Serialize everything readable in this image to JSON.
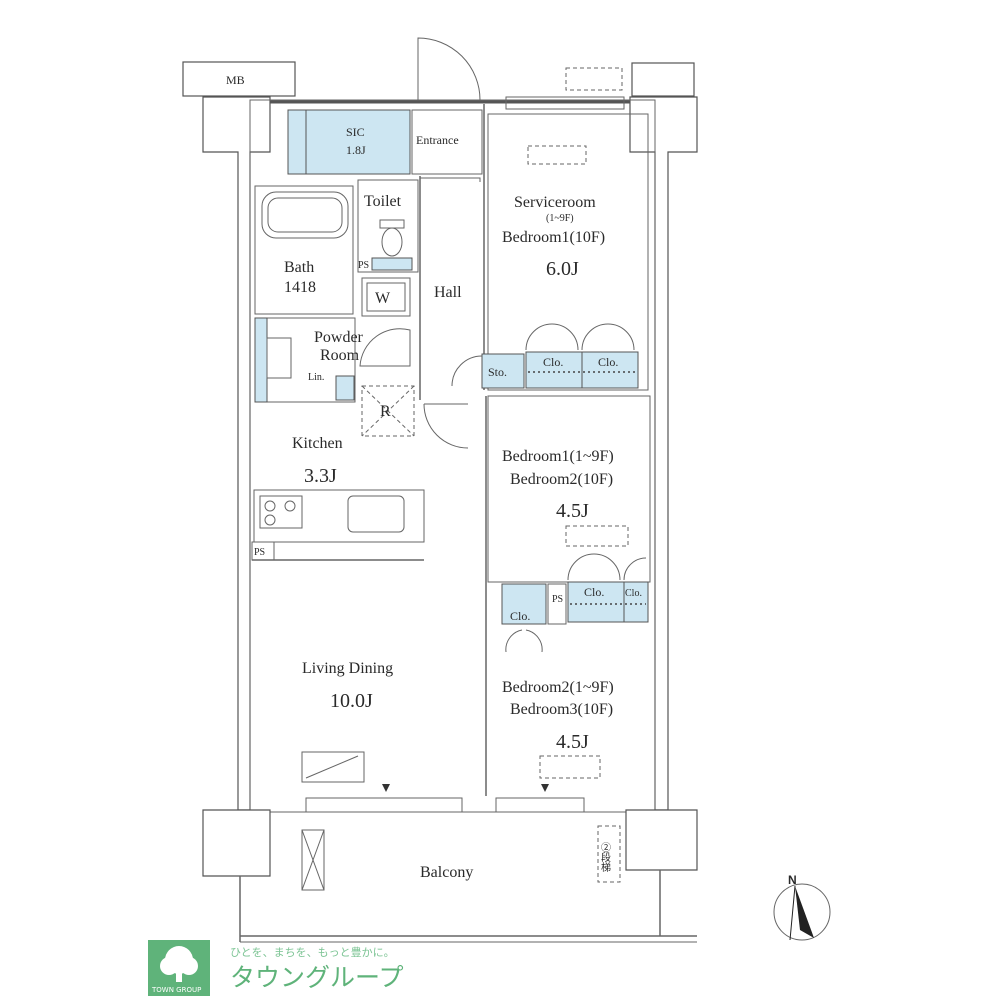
{
  "plan": {
    "rooms": {
      "mb": "MB",
      "sic": {
        "name": "SIC",
        "size": "1.8J"
      },
      "entrance": "Entrance",
      "toilet": "Toilet",
      "bath": {
        "name": "Bath",
        "size": "1418"
      },
      "ps_small": "PS",
      "washer": "W",
      "hall": "Hall",
      "powder": {
        "line1": "Powder",
        "line2": "Room"
      },
      "linen": "Lin.",
      "refrigerator": "R",
      "kitchen": {
        "name": "Kitchen",
        "size": "3.3J"
      },
      "ps_kitchen": "PS",
      "serviceroom": {
        "line1": "Serviceroom",
        "line2": "(1~9F)",
        "line3": "Bedroom1(10F)",
        "size": "6.0J"
      },
      "storage": "Sto.",
      "clo1": "Clo.",
      "clo2": "Clo.",
      "bedroom_mid": {
        "line1": "Bedroom1(1~9F)",
        "line2": "Bedroom2(10F)",
        "size": "4.5J"
      },
      "clo3": "Clo.",
      "clo4": "Clo.",
      "clo5": "Clo.",
      "ps_mid": "PS",
      "living": {
        "name": "Living Dining",
        "size": "10.0J"
      },
      "bedroom_low": {
        "line1": "Bedroom2(1~9F)",
        "line2": "Bedroom3(10F)",
        "size": "4.5J"
      },
      "balcony": "Balcony",
      "ladder": "②段梯"
    },
    "compass": "N"
  },
  "logo": {
    "tagline": "ひとを、まちを、もっと豊かに。",
    "brand": "タウングループ",
    "sub": "TOWN GROUP",
    "color": "#5fb37a"
  }
}
